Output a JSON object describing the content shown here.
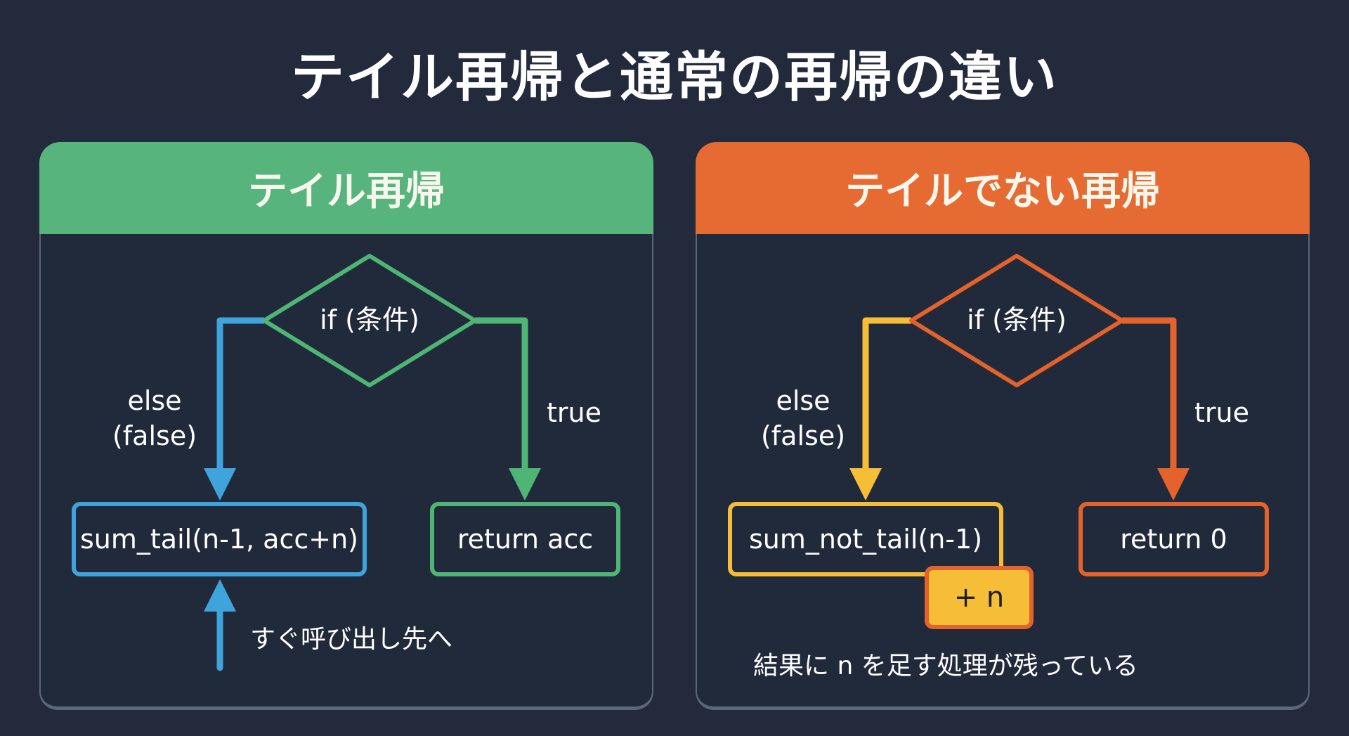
{
  "title": "テイル再帰と通常の再帰の違い",
  "colors": {
    "background": "#222a3c",
    "tail_header": "#56b47c",
    "not_tail_header": "#e56b32",
    "blue": "#3fa4dc",
    "green": "#4fb574",
    "yellow": "#f6bd36",
    "orange": "#e4622c"
  },
  "tail": {
    "header": "テイル再帰",
    "condition": "if (条件)",
    "else_label_1": "else",
    "else_label_2": "(false)",
    "true_label": "true",
    "call_box": "sum_tail(n-1, acc+n)",
    "return_box": "return acc",
    "note": "すぐ呼び出し先へ",
    "note_icon": "arrow-up-icon"
  },
  "not_tail": {
    "header": "テイルでない再帰",
    "condition": "if (条件)",
    "else_label_1": "else",
    "else_label_2": "(false)",
    "true_label": "true",
    "call_box": "sum_not_tail(n-1)",
    "plus_box": "+ n",
    "return_box": "return 0",
    "note": "結果に n を足す処理が残っている"
  }
}
